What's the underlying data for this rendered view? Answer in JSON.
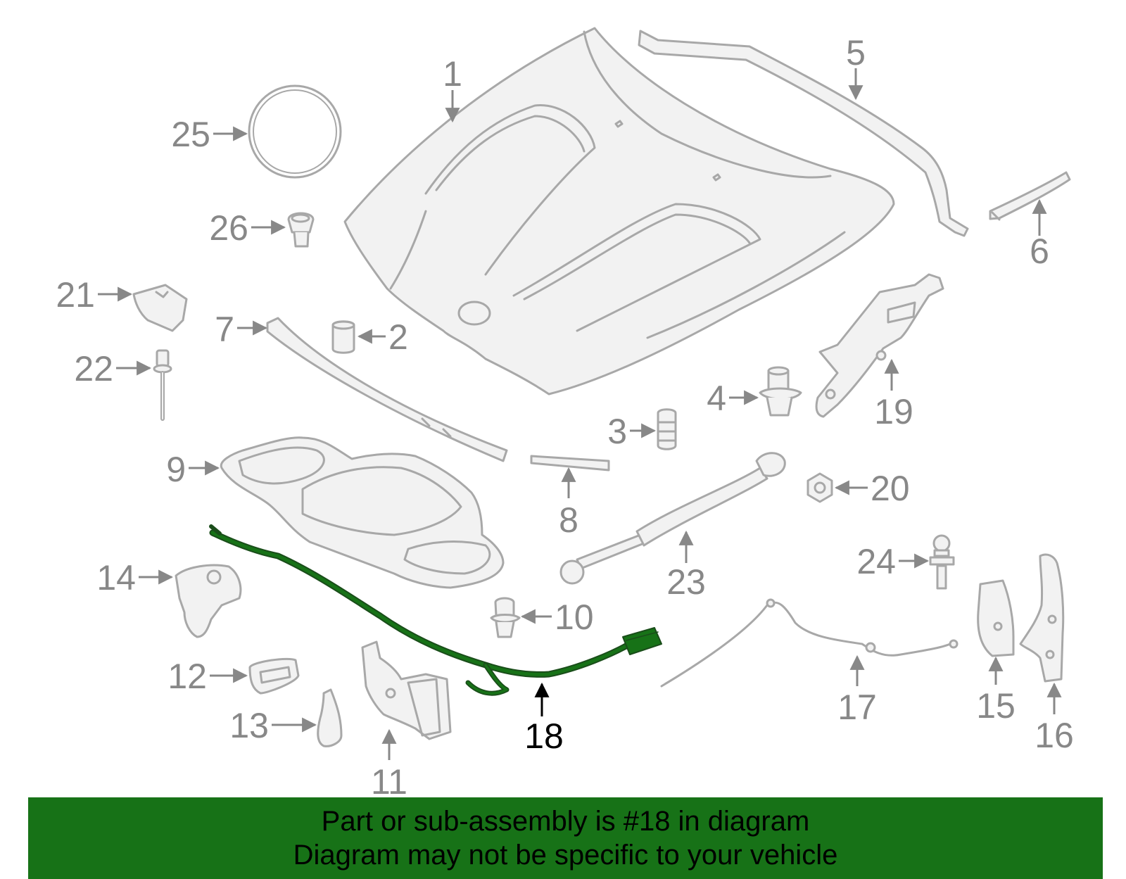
{
  "colors": {
    "part_stroke": "#a8a8a8",
    "part_fill": "#f2f2f2",
    "label_gray": "#888888",
    "highlight_label": "#000000",
    "highlight_part": "#177217",
    "banner_bg": "#177217",
    "banner_text": "#000000"
  },
  "callouts": {
    "c1": "1",
    "c2": "2",
    "c3": "3",
    "c4": "4",
    "c5": "5",
    "c6": "6",
    "c7": "7",
    "c8": "8",
    "c9": "9",
    "c10": "10",
    "c11": "11",
    "c12": "12",
    "c13": "13",
    "c14": "14",
    "c15": "15",
    "c16": "16",
    "c17": "17",
    "c18": "18",
    "c19": "19",
    "c20": "20",
    "c21": "21",
    "c22": "22",
    "c23": "23",
    "c24": "24",
    "c25": "25",
    "c26": "26"
  },
  "highlighted_part": "18",
  "banner": {
    "line1": "Part or sub-assembly is #18 in diagram",
    "line2": "Diagram may not be specific to your vehicle"
  }
}
